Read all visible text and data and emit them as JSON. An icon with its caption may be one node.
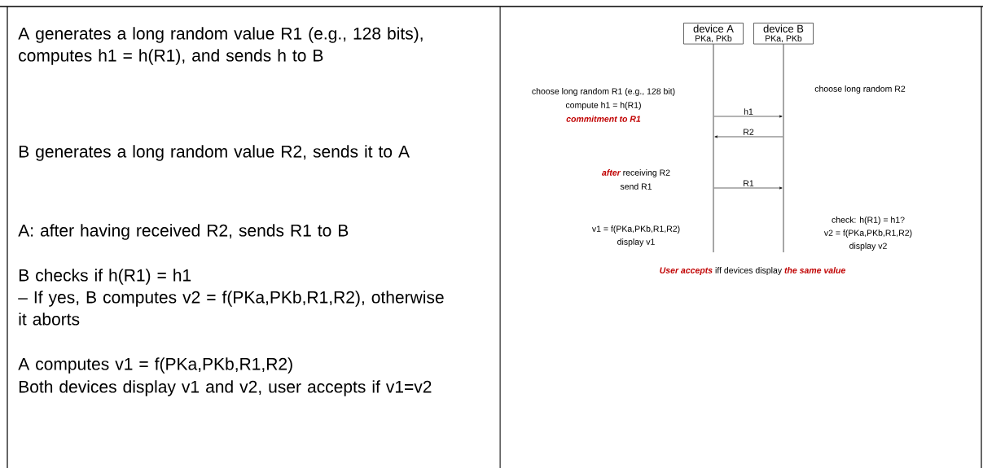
{
  "diagram": {
    "nodes": [
      {
        "text": [
          "device A",
          "PKa, PKb"
        ]
      },
      {
        "text": [
          "device B",
          "PKa, PKb"
        ]
      }
    ],
    "edges": [
      {
        "from": 0,
        "to": 1,
        "arrow": "to",
        "label": "h1"
      },
      {
        "from": 1,
        "to": 0,
        "arrow": "to",
        "label": "R2"
      },
      {
        "from": 0,
        "to": 1,
        "arrow": "to",
        "label": "R1"
      }
    ],
    "labels": [
      "A generates a long random value R1 (e.g., 128 bits), computes h1 = h(R1), and sends h to B",
      "B generates a long random value R2, sends it to A",
      "A: after having received R2, sends R1 to B",
      "B checks if h(R1) = h1",
      "– If yes, B computes v2 = f(PKa,PKb,R1,R2), otherwise it aborts",
      "A computes v1 = f(PKa,PKb,R1,R2)",
      "Both devices display v1 and v2, user accepts if v1=v2",
      "choose long random R1 (e.g., 128 bit)",
      "compute h1 = h(R1)",
      "commitment to R1",
      "choose long random R2",
      "**after** receiving R2",
      "send R1",
      "v1 = f(PKa,PKb,R1,R2)",
      "display v1",
      "check: h(R1) = h1?",
      "v2 = f(PKa,PKb,R1,R2)",
      "display v2",
      "**User accepts** iff devices display **the same value**"
    ]
  }
}
